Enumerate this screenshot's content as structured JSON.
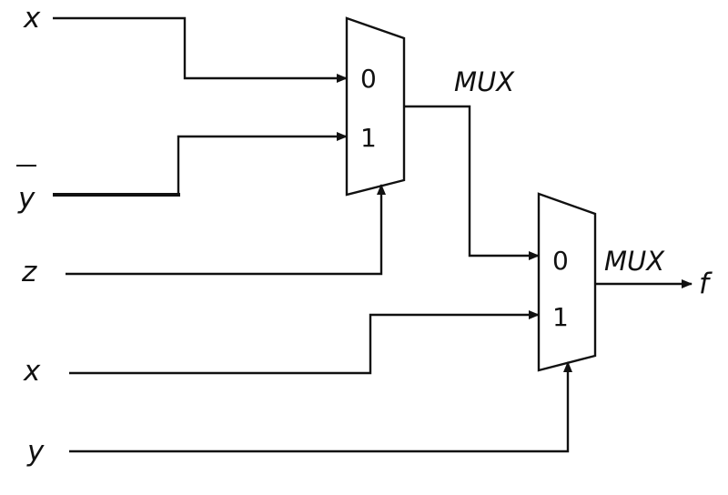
{
  "inputs": {
    "x_top": "x",
    "y_bar": "y",
    "z": "z",
    "x_bottom": "x",
    "y": "y"
  },
  "output": "f",
  "mux1": {
    "title": "MUX",
    "in0": "0",
    "in1": "1"
  },
  "mux2": {
    "title": "MUX",
    "in0": "0",
    "in1": "1"
  }
}
